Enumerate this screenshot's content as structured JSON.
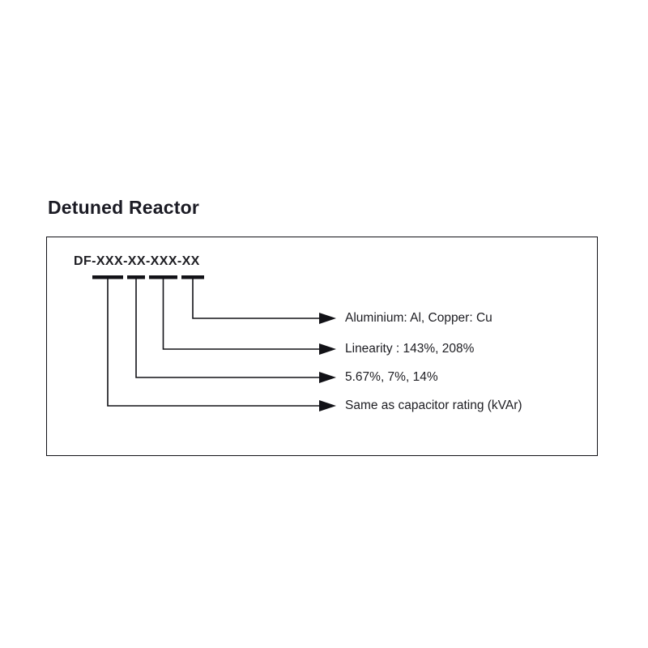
{
  "page": {
    "title": "Detuned Reactor"
  },
  "diagram": {
    "part_number": "DF-XXX-XX-XXX-XX",
    "line_color": "#121217",
    "callouts": [
      {
        "label": "Aluminium: Al, Copper: Cu"
      },
      {
        "label": "Linearity : 143%, 208%"
      },
      {
        "label": "5.67%, 7%, 14%"
      },
      {
        "label": "Same as capacitor rating (kVAr)"
      }
    ]
  }
}
